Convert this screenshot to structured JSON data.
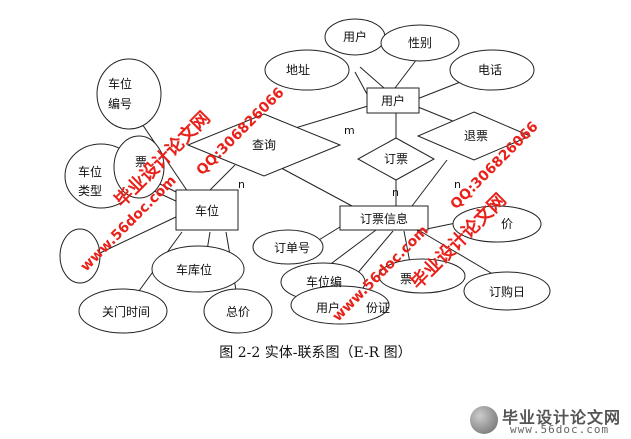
{
  "entities": {
    "user": "用户",
    "parking_space": "车位",
    "ticket_info": "订票信息"
  },
  "relationships": {
    "query": "查询",
    "book": "订票",
    "refund": "退票"
  },
  "attributes": {
    "username": "用户",
    "gender": "性别",
    "address": "地址",
    "phone": "电话",
    "space_no": "车位编号",
    "space_no_l1": "车位",
    "space_no_l2": "编号",
    "space_type_l1": "车位",
    "space_type_l2": "类型",
    "fare_partial": "票",
    "garage_slot": "车库位",
    "close_time": "关门时间",
    "total_price": "总价",
    "order_no": "订单号",
    "ticket_space": "车位编",
    "id_card_l": "用户",
    "id_card_r": "份证",
    "ticket_price_partial": "价",
    "order_date": "订购日",
    "booker_partial": "票"
  },
  "cardinalities": {
    "m": "m",
    "n_query": "n",
    "n_book": "n",
    "n_refund": "n"
  },
  "caption": "图 2-2 实体-联系图（E-R 图）",
  "watermark": {
    "site": "www.56doc.com",
    "qq": "QQ:306826066",
    "name": "毕业设计论文网"
  },
  "logo": {
    "title": "毕业设计论文网",
    "url": "www.56doc.com"
  }
}
